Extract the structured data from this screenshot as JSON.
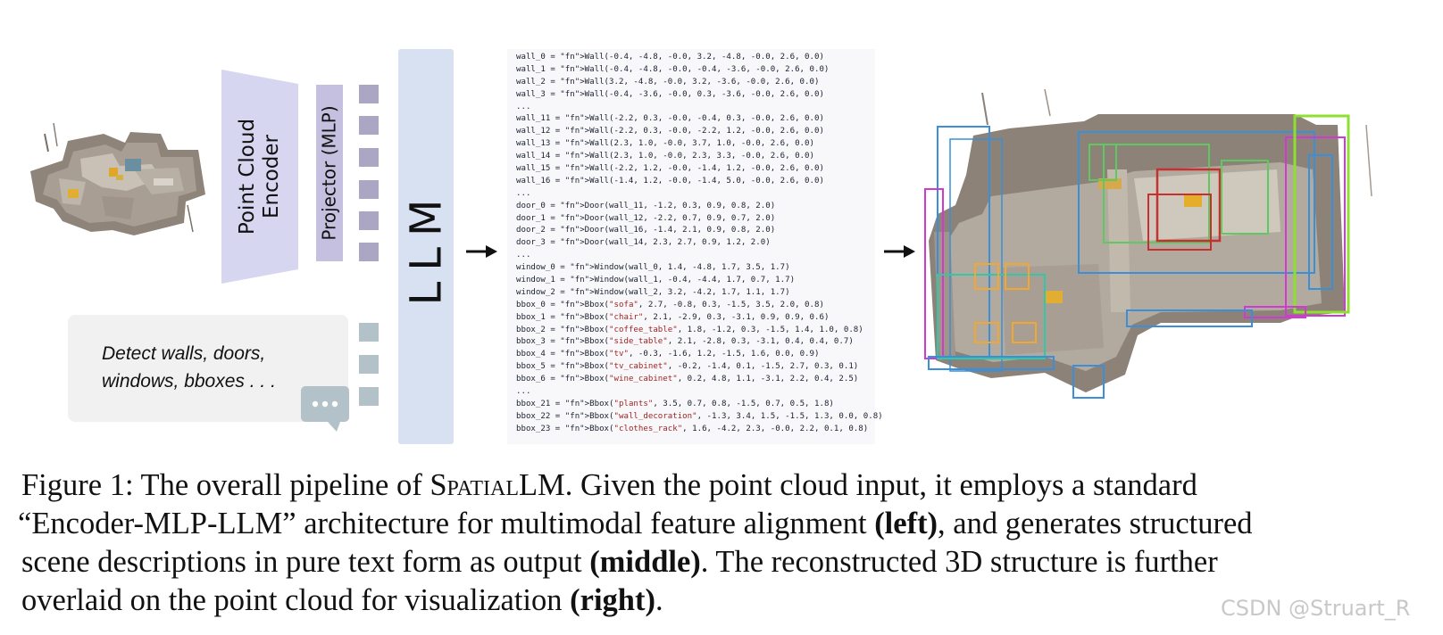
{
  "encoder": {
    "line1": "Point Cloud",
    "line2": "Encoder"
  },
  "projector_label": "Projector (MLP)",
  "llm_label": "LLM",
  "prompt": {
    "line1": "Detect walls, doors,",
    "line2": "windows, bboxes . . ."
  },
  "code_lines": [
    "wall_0 = Wall(-0.4, -4.8, -0.0, 3.2, -4.8, -0.0, 2.6, 0.0)",
    "wall_1 = Wall(-0.4, -4.8, -0.0, -0.4, -3.6, -0.0, 2.6, 0.0)",
    "wall_2 = Wall(3.2, -4.8, -0.0, 3.2, -3.6, -0.0, 2.6, 0.0)",
    "wall_3 = Wall(-0.4, -3.6, -0.0, 0.3, -3.6, -0.0, 2.6, 0.0)",
    "...",
    "wall_11 = Wall(-2.2, 0.3, -0.0, -0.4, 0.3, -0.0, 2.6, 0.0)",
    "wall_12 = Wall(-2.2, 0.3, -0.0, -2.2, 1.2, -0.0, 2.6, 0.0)",
    "wall_13 = Wall(2.3, 1.0, -0.0, 3.7, 1.0, -0.0, 2.6, 0.0)",
    "wall_14 = Wall(2.3, 1.0, -0.0, 2.3, 3.3, -0.0, 2.6, 0.0)",
    "wall_15 = Wall(-2.2, 1.2, -0.0, -1.4, 1.2, -0.0, 2.6, 0.0)",
    "wall_16 = Wall(-1.4, 1.2, -0.0, -1.4, 5.0, -0.0, 2.6, 0.0)",
    "...",
    "door_0 = Door(wall_11, -1.2, 0.3, 0.9, 0.8, 2.0)",
    "door_1 = Door(wall_12, -2.2, 0.7, 0.9, 0.7, 2.0)",
    "door_2 = Door(wall_16, -1.4, 2.1, 0.9, 0.8, 2.0)",
    "door_3 = Door(wall_14, 2.3, 2.7, 0.9, 1.2, 2.0)",
    "...",
    "window_0 = Window(wall_0, 1.4, -4.8, 1.7, 3.5, 1.7)",
    "window_1 = Window(wall_1, -0.4, -4.4, 1.7, 0.7, 1.7)",
    "window_2 = Window(wall_2, 3.2, -4.2, 1.7, 1.1, 1.7)",
    "bbox_0 = Bbox(\"sofa\", 2.7, -0.8, 0.3, -1.5, 3.5, 2.0, 0.8)",
    "bbox_1 = Bbox(\"chair\", 2.1, -2.9, 0.3, -3.1, 0.9, 0.9, 0.6)",
    "bbox_2 = Bbox(\"coffee_table\", 1.8, -1.2, 0.3, -1.5, 1.4, 1.0, 0.8)",
    "bbox_3 = Bbox(\"side_table\", 2.1, -2.8, 0.3, -3.1, 0.4, 0.4, 0.7)",
    "bbox_4 = Bbox(\"tv\", -0.3, -1.6, 1.2, -1.5, 1.6, 0.0, 0.9)",
    "bbox_5 = Bbox(\"tv_cabinet\", -0.2, -1.4, 0.1, -1.5, 2.7, 0.3, 0.1)",
    "bbox_6 = Bbox(\"wine_cabinet\", 0.2, 4.8, 1.1, -3.1, 2.2, 0.4, 2.5)",
    "...",
    "bbox_21 = Bbox(\"plants\", 3.5, 0.7, 0.8, -1.5, 0.7, 0.5, 1.8)",
    "bbox_22 = Bbox(\"wall_decoration\", -1.3, 3.4, 1.5, -1.5, 1.3, 0.0, 0.8)",
    "bbox_23 = Bbox(\"clothes_rack\", 1.6, -4.2, 2.3, -0.0, 2.2, 0.1, 0.8)"
  ],
  "caption": {
    "l1_a": "Figure 1: The overall pipeline of ",
    "l1_sc": "SpatialLM",
    "l1_b": ". Given the point cloud input, it employs a standard",
    "l2_a": "“Encoder-MLP-LLM” architecture for multimodal feature alignment ",
    "l2_bold": "(left)",
    "l2_b": ", and generates structured",
    "l3_a": "scene descriptions in pure text form as output ",
    "l3_bold": "(middle)",
    "l3_b": ". The reconstructed 3D structure is further",
    "l4_a": "overlaid on the point cloud for visualization ",
    "l4_bold": "(right)",
    "l4_b": "."
  },
  "watermark": "CSDN @Struart_R",
  "colors": {
    "encoder": "#d7d6f1",
    "projector": "#c5c0df",
    "token_purple": "#aba6c3",
    "token_gray": "#b3c2c8",
    "llm": "#d8e1f1",
    "code_func": "#1f70a8",
    "code_string": "#a02525"
  }
}
